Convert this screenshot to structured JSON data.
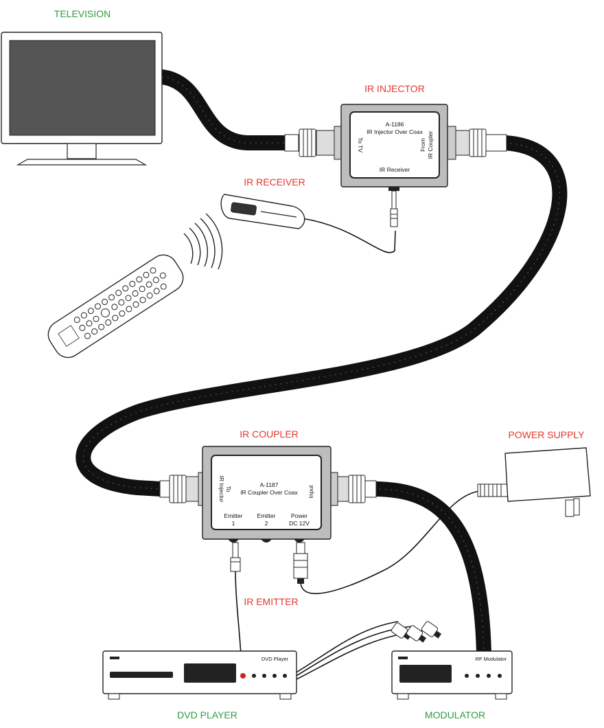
{
  "labels": {
    "television": "TELEVISION",
    "ir_injector": "IR INJECTOR",
    "ir_receiver": "IR RECEIVER",
    "ir_coupler": "IR COUPLER",
    "power_supply": "POWER SUPPLY",
    "ir_emitter": "IR EMITTER",
    "dvd_player": "DVD PLAYER",
    "modulator": "MODULATOR"
  },
  "injector": {
    "model": "A-1186",
    "name": "IR Injector Over Coax",
    "port_left": "To TV",
    "port_right_1": "From",
    "port_right_2": "IR Coupler",
    "port_bottom": "IR Receiver"
  },
  "coupler": {
    "model": "A-1187",
    "name": "IR Coupler Over Coax",
    "port_left_1": "To",
    "port_left_2": "IR Injector",
    "port_right": "Input",
    "emitter1_a": "Emitter",
    "emitter1_b": "1",
    "emitter2_a": "Emitter",
    "emitter2_b": "2",
    "power_a": "Power",
    "power_b": "DC 12V"
  },
  "dvd": {
    "device_label": "DVD Player"
  },
  "rf": {
    "device_label": "RF Modulator"
  },
  "colors": {
    "label_green": "#2e9a3f",
    "label_red": "#e2372b",
    "cable": "#1a1a1a",
    "box": "#bdbdbd",
    "screen": "#555555",
    "led": "#d22020"
  }
}
